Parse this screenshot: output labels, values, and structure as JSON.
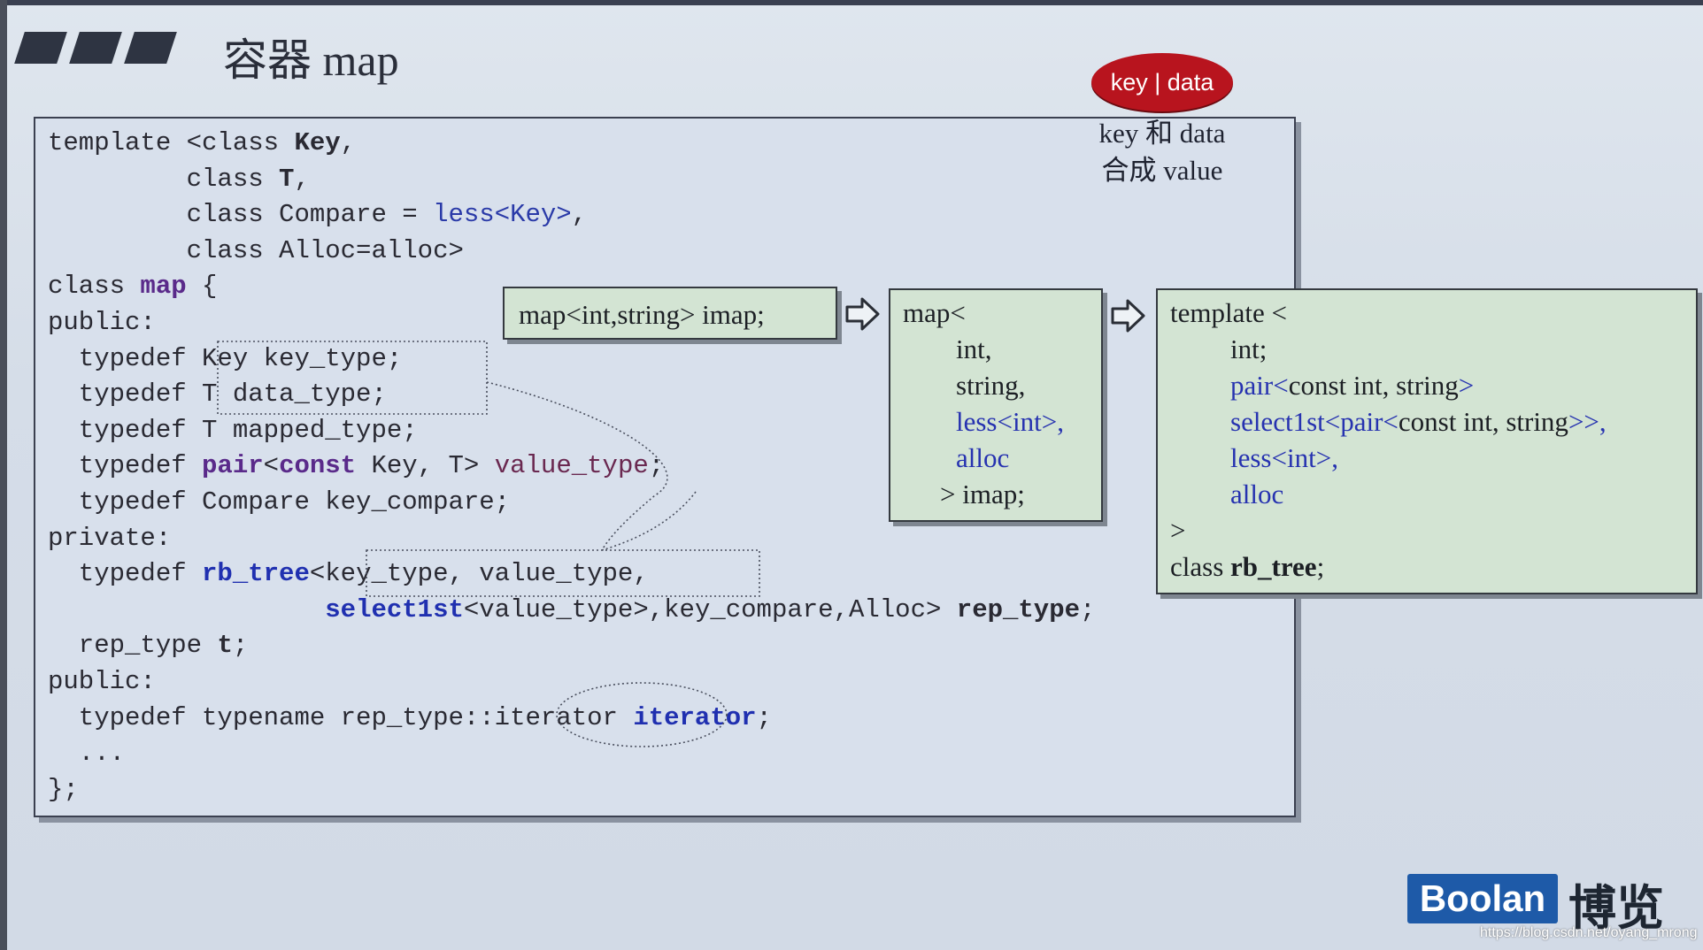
{
  "slide": {
    "title": "容器 map"
  },
  "code": {
    "l1": {
      "a": "template <class ",
      "b": "Key",
      "c": ","
    },
    "l2": {
      "a": "         class ",
      "b": "T",
      "c": ","
    },
    "l3": {
      "a": "         class Compare = ",
      "b": "less<Key>",
      "c": ","
    },
    "l4": {
      "a": "         class Alloc=alloc>"
    },
    "l5": {
      "a": "class ",
      "b": "map",
      "c": " {"
    },
    "l6": {
      "a": "public:"
    },
    "l7": {
      "a": "  typedef Key key_type;"
    },
    "l8": {
      "a": "  typedef T data_type;"
    },
    "l9": {
      "a": "  typedef T mapped_type;"
    },
    "l10": {
      "a": "  typedef ",
      "b": "pair",
      "c": "<",
      "d": "const",
      "e": " Key, T> ",
      "f": "value_type",
      "g": ";"
    },
    "l11": {
      "a": "  typedef Compare key_compare;"
    },
    "l12": {
      "a": "private:"
    },
    "l13": {
      "a": "  typedef ",
      "b": "rb_tree",
      "c": "<key_type, value_type,"
    },
    "l14": {
      "a": "                  ",
      "b": "select1st",
      "c": "<value_type>,key_compare,Alloc> ",
      "d": "rep_type",
      "e": ";"
    },
    "l15": {
      "a": "  rep_type ",
      "b": "t",
      "c": ";"
    },
    "l16": {
      "a": "public:"
    },
    "l17": {
      "a": "  typedef typename rep_type::iterator ",
      "b": "iterator",
      "c": ";"
    },
    "l18": {
      "a": "  ..."
    },
    "l19": {
      "a": "};"
    }
  },
  "badge": {
    "text": "key | data"
  },
  "note": {
    "line1": "key 和 data",
    "line2": "合成 value"
  },
  "box1": {
    "text": "map<int,string> imap;"
  },
  "box2": {
    "l1": "map<",
    "l2": "int,",
    "l3": "string,",
    "l4": "less<int>,",
    "l5": "alloc",
    "l6": "> imap;"
  },
  "box3": {
    "l1": "template <",
    "l2": "int;",
    "l3a": "pair<",
    "l3b": "const int, string",
    "l3c": ">",
    "l4a": "select1st<pair<",
    "l4b": "const int, string",
    "l4c": ">>,",
    "l5": "less<int>,",
    "l6": "alloc",
    "l7": ">",
    "l8a": "class ",
    "l8b": "rb_tree",
    "l8c": ";"
  },
  "icons": {
    "arrow": "arrow-right-icon",
    "bars": "slide-header-bars-icon"
  },
  "branding": {
    "logo": "Boolan",
    "logo_cn": "博览",
    "url": "https://blog.csdn.net/oyang_mrong"
  },
  "colors": {
    "badge": "#b8141e",
    "code_box": "#d8e0ec",
    "green_box": "#d3e4d3",
    "keyword_purple": "#5a2a8a",
    "keyword_blue": "#2a3aa8",
    "logo_blue": "#1e5aa8"
  }
}
